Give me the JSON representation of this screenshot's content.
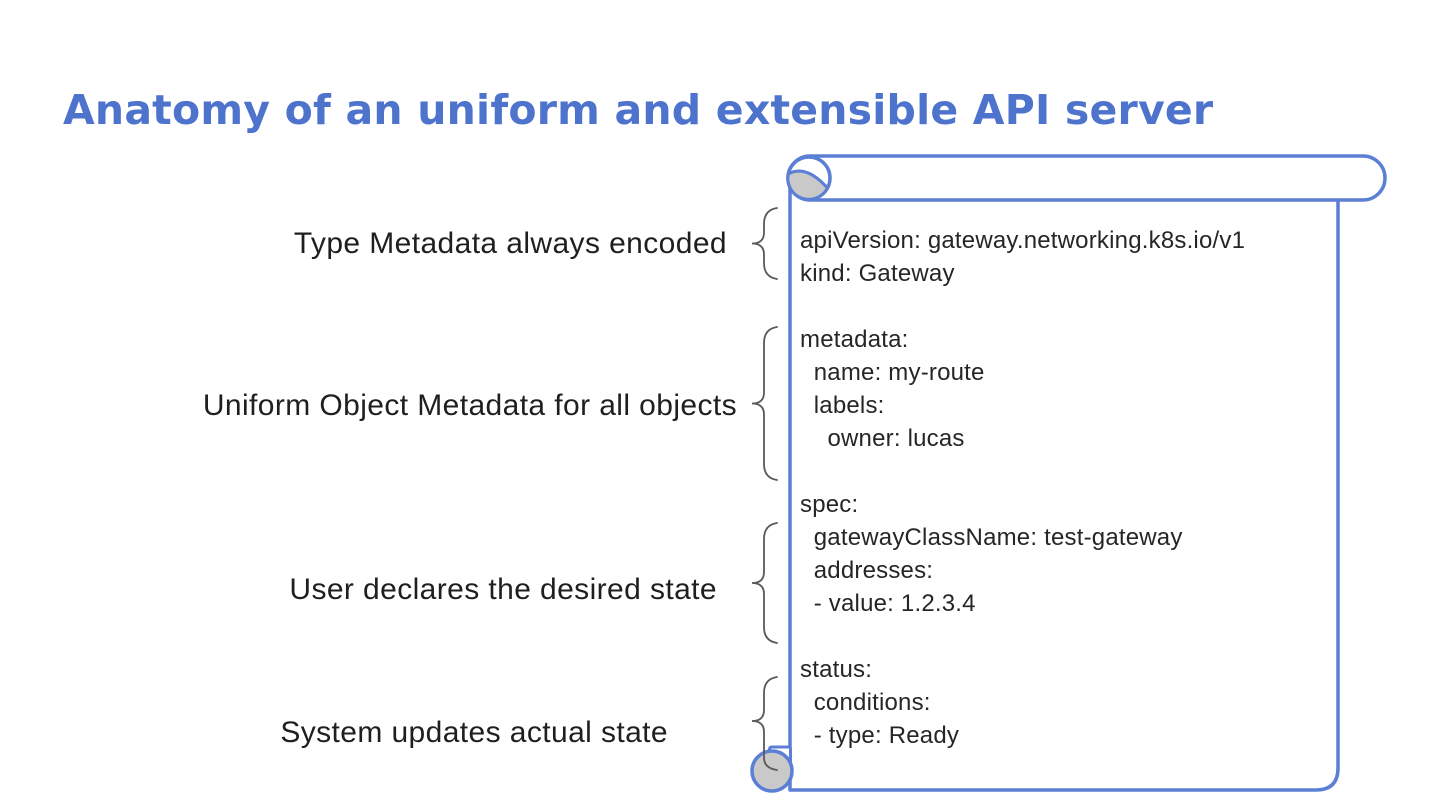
{
  "title": "Anatomy of an uniform and extensible API server",
  "annotations": [
    {
      "label": "Type Metadata always encoded"
    },
    {
      "label": "Uniform Object Metadata for all objects"
    },
    {
      "label": "User declares the desired state"
    },
    {
      "label": "System updates actual state"
    }
  ],
  "yaml": {
    "lines": [
      "apiVersion: gateway.networking.k8s.io/v1",
      "kind: Gateway",
      "",
      "metadata:",
      "  name: my-route",
      "  labels:",
      "    owner: lucas",
      "",
      "spec:",
      "  gatewayClassName: test-gateway",
      "  addresses:",
      "  - value: 1.2.3.4",
      "",
      "status:",
      "  conditions:",
      "  - type: Ready"
    ]
  },
  "colors": {
    "title_blue": "#4d73cd",
    "scroll_border_blue": "#5b7fd4",
    "curl_fill_gray": "#c9c9c9",
    "brace_gray": "#595959",
    "code_text": "#262626",
    "label_text": "#1f1f1f",
    "background": "#ffffff"
  }
}
